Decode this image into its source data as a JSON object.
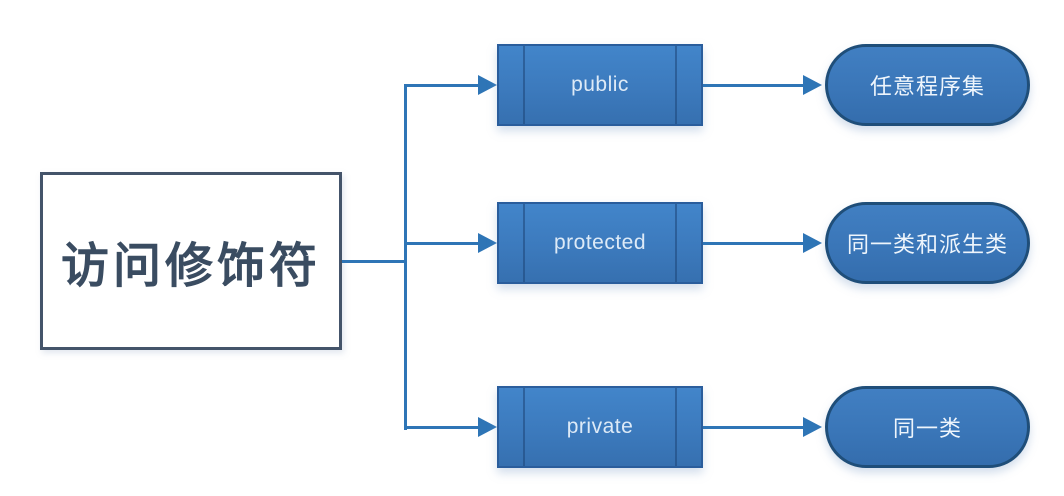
{
  "diagram": {
    "root": {
      "label": "访问修饰符"
    },
    "rows": [
      {
        "modifier": "public",
        "scope": "任意程序集"
      },
      {
        "modifier": "protected",
        "scope": "同一类和派生类"
      },
      {
        "modifier": "private",
        "scope": "同一类"
      }
    ],
    "colors": {
      "connector": "#2E75B6",
      "node_fill": "#3C7ABD",
      "node_border": "#2A5D9C",
      "pill_border": "#1F4E79",
      "root_border": "#44546A",
      "root_text": "#3A4C61",
      "node_text": "#DDEAF7"
    }
  }
}
